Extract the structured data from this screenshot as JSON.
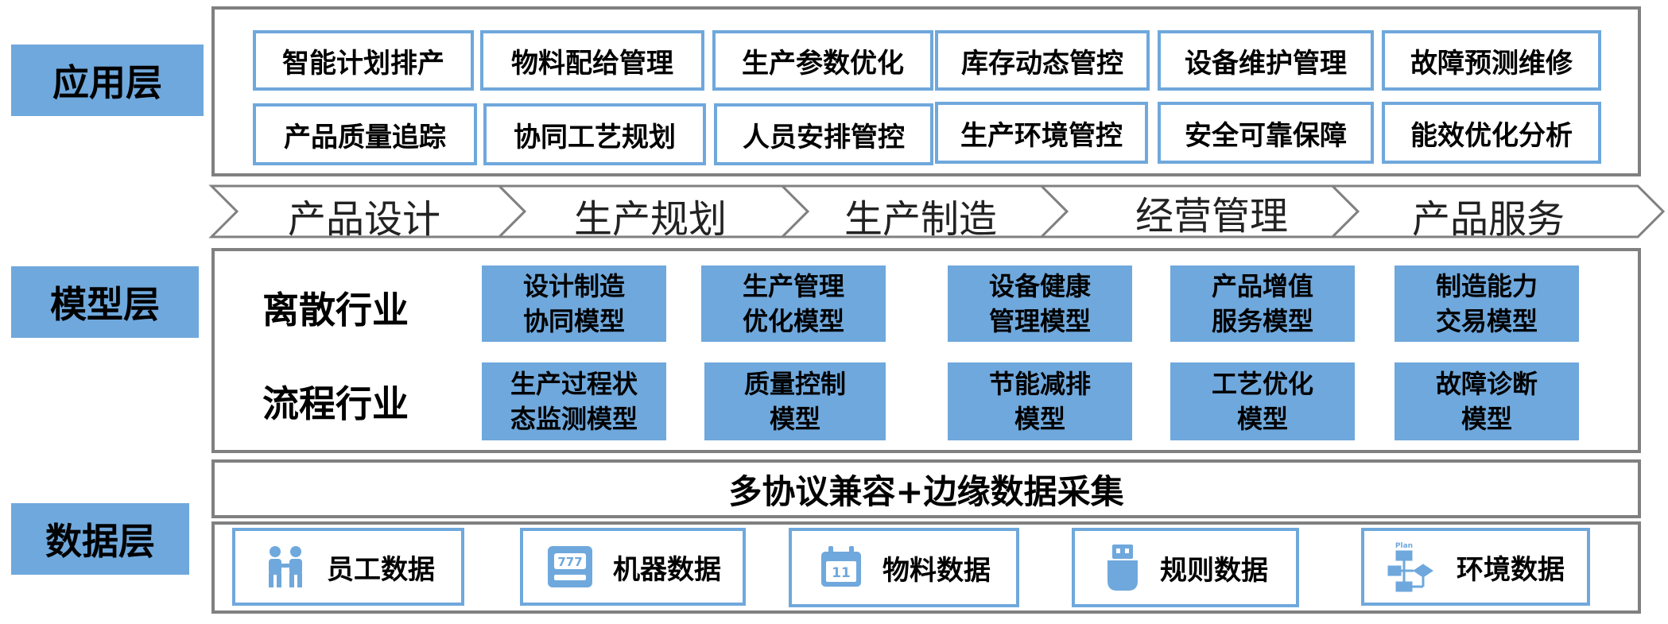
{
  "layers": {
    "application": "应用层",
    "model": "模型层",
    "data": "数据层"
  },
  "applications": {
    "row1": [
      "智能计划排产",
      "物料配给管理",
      "生产参数优化",
      "库存动态管控",
      "设备维护管理",
      "故障预测维修"
    ],
    "row2": [
      "产品质量追踪",
      "协同工艺规划",
      "人员安排管控",
      "生产环境管控",
      "安全可靠保障",
      "能效优化分析"
    ]
  },
  "stages": [
    "产品设计",
    "生产规划",
    "生产制造",
    "经营管理",
    "产品服务"
  ],
  "models": {
    "discrete_label": "离散行业",
    "process_label": "流程行业",
    "discrete": [
      {
        "line1": "设计制造",
        "line2": "协同模型"
      },
      {
        "line1": "生产管理",
        "line2": "优化模型"
      },
      {
        "line1": "设备健康",
        "line2": "管理模型"
      },
      {
        "line1": "产品增值",
        "line2": "服务模型"
      },
      {
        "line1": "制造能力",
        "line2": "交易模型"
      }
    ],
    "process": [
      {
        "line1": "生产过程状",
        "line2": "态监测模型"
      },
      {
        "line1": "质量控制",
        "line2": "模型"
      },
      {
        "line1": "节能减排",
        "line2": "模型"
      },
      {
        "line1": "工艺优化",
        "line2": "模型"
      },
      {
        "line1": "故障诊断",
        "line2": "模型"
      }
    ]
  },
  "data_layer": {
    "protocol_bar": "多协议兼容+边缘数据采集",
    "items": [
      {
        "label": "员工数据",
        "icon": "people-icon"
      },
      {
        "label": "机器数据",
        "icon": "machine-icon"
      },
      {
        "label": "物料数据",
        "icon": "calendar-icon"
      },
      {
        "label": "规则数据",
        "icon": "usb-drive-icon"
      },
      {
        "label": "环境数据",
        "icon": "flowchart-icon"
      }
    ],
    "flow_icon_caption": "Plan",
    "calendar_icon_number": "11",
    "machine_icon_digits": "777"
  },
  "colors": {
    "accent": "#6fa8dc",
    "border": "#808080"
  }
}
